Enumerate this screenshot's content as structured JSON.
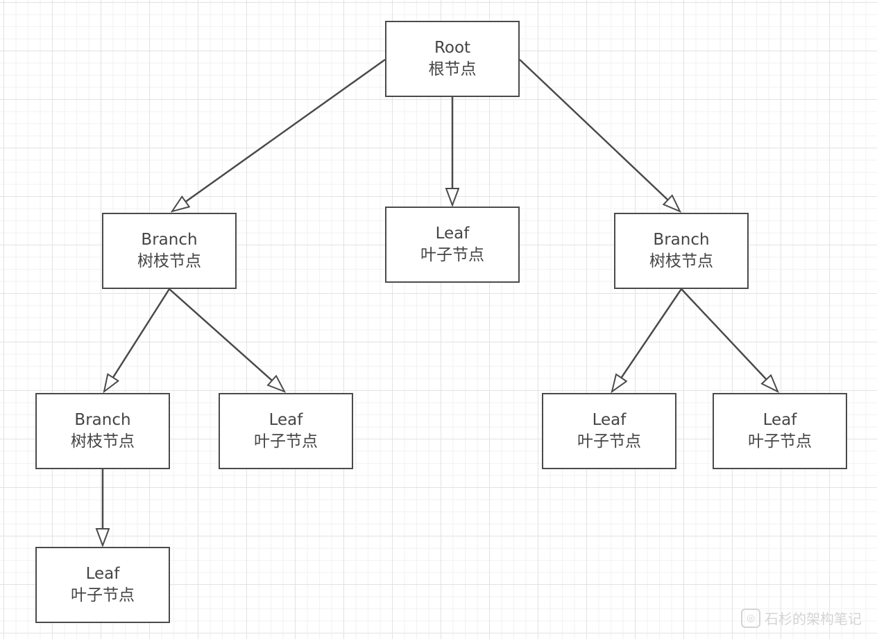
{
  "diagram": {
    "nodes": [
      {
        "id": "root",
        "name": "Root",
        "label": "根节点"
      },
      {
        "id": "branch-l1",
        "name": "Branch",
        "label": "树枝节点"
      },
      {
        "id": "leaf-center",
        "name": "Leaf",
        "label": "叶子节点"
      },
      {
        "id": "branch-r1",
        "name": "Branch",
        "label": "树枝节点"
      },
      {
        "id": "branch-l2",
        "name": "Branch",
        "label": "树枝节点"
      },
      {
        "id": "leaf-l2",
        "name": "Leaf",
        "label": "叶子节点"
      },
      {
        "id": "leaf-r2a",
        "name": "Leaf",
        "label": "叶子节点"
      },
      {
        "id": "leaf-r2b",
        "name": "Leaf",
        "label": "叶子节点"
      },
      {
        "id": "leaf-l3",
        "name": "Leaf",
        "label": "叶子节点"
      }
    ],
    "edges": [
      {
        "from": "root",
        "to": "branch-l1"
      },
      {
        "from": "root",
        "to": "leaf-center"
      },
      {
        "from": "root",
        "to": "branch-r1"
      },
      {
        "from": "branch-l1",
        "to": "branch-l2"
      },
      {
        "from": "branch-l1",
        "to": "leaf-l2"
      },
      {
        "from": "branch-r1",
        "to": "leaf-r2a"
      },
      {
        "from": "branch-r1",
        "to": "leaf-r2b"
      },
      {
        "from": "branch-l2",
        "to": "leaf-l3"
      }
    ],
    "style": {
      "stroke": "#4a4a4a",
      "node_fill": "#ffffff",
      "text_color": "#444444"
    }
  },
  "watermark": {
    "text": "石杉的架构笔记"
  }
}
